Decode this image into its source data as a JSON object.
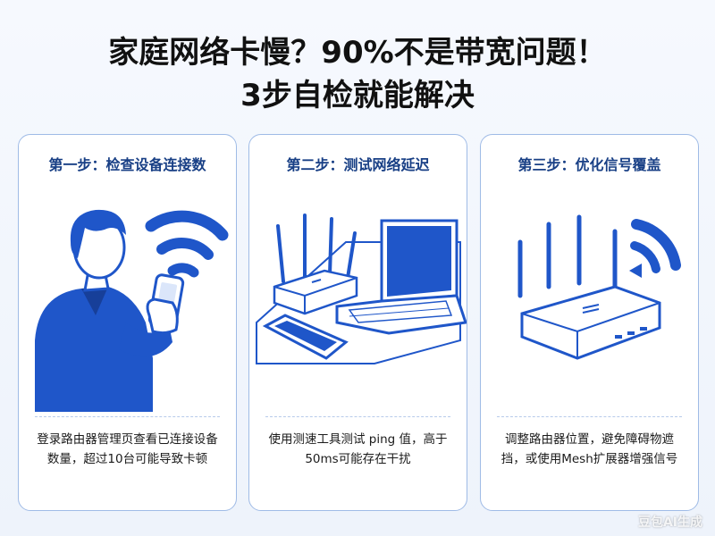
{
  "headline": {
    "line1": "家庭网络卡慢？90%不是带宽问题！",
    "line2": "3步自检就能解决"
  },
  "steps": [
    {
      "title": "第一步：检查设备连接数",
      "description": "登录路由器管理页查看已连接设备数量，超过10台可能导致卡顿"
    },
    {
      "title": "第二步：测试网络延迟",
      "description": "使用测速工具测试 ping 值，高于50ms可能存在干扰"
    },
    {
      "title": "第三步：优化信号覆盖",
      "description": "调整路由器位置，避免障碍物遮挡，或使用Mesh扩展器增强信号"
    }
  ],
  "watermark": "豆包AI生成",
  "colors": {
    "accent": "#1f56c9",
    "card_border": "#9fbbe6",
    "step_title": "#183f85"
  },
  "icons": [
    "person-phone-icon",
    "wifi-icon",
    "router-icon",
    "laptop-icon",
    "smartphone-icon"
  ]
}
